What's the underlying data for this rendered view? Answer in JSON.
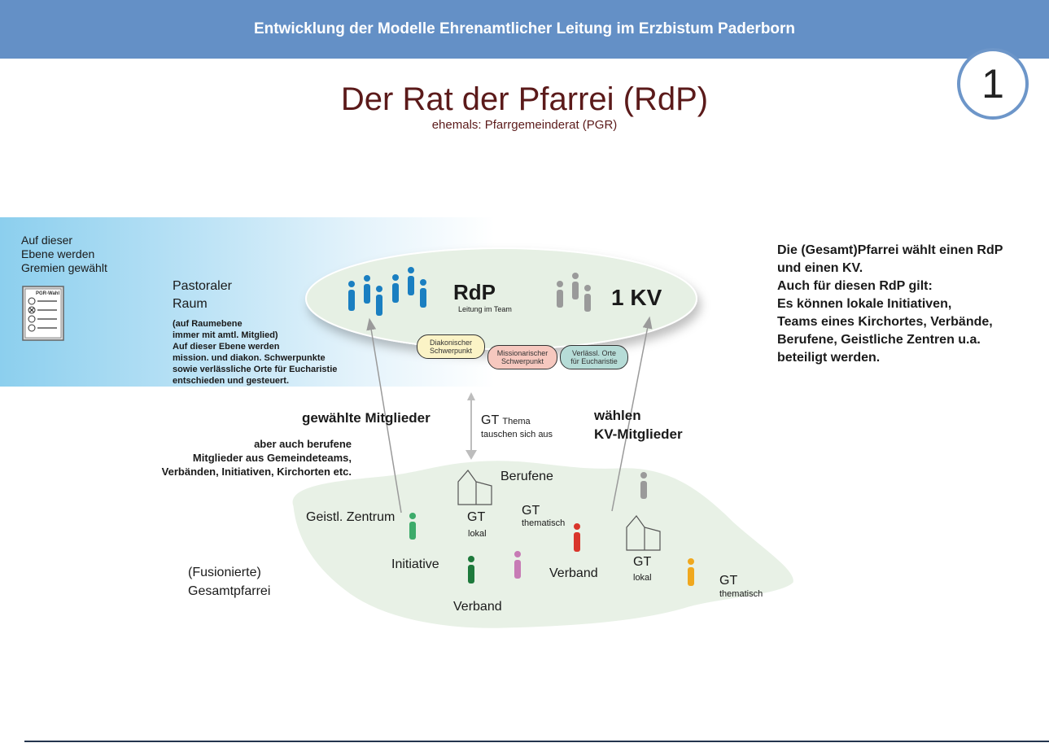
{
  "header": {
    "title": "Entwicklung der Modelle Ehrenamtlicher Leitung im Erzbistum Paderborn"
  },
  "page_number": "1",
  "title": "Der Rat der Pfarrei (RdP)",
  "subtitle": "ehemals: Pfarrgemeinderat (PGR)",
  "level_note": [
    "Auf dieser",
    "Ebene werden",
    "Gremien gewählt"
  ],
  "ballot_label": "PGR-Wahl",
  "pastoral_space": {
    "label": [
      "Pastoraler",
      "Raum"
    ],
    "note": [
      "(auf Raumebene",
      "immer mit amtl. Mitglied)",
      "Auf dieser Ebene werden",
      "mission. und diakon. Schwerpunkte",
      "sowie verlässliche Orte für Eucharistie",
      "entschieden und gesteuert."
    ]
  },
  "council": {
    "rdp_label": "RdP",
    "rdp_sub": "Leitung im Team",
    "kv_label": "1 KV",
    "bubbles": [
      [
        "Diakonischer",
        "Schwerpunkt"
      ],
      [
        "Missionarischer",
        "Schwerpunkt"
      ],
      [
        "Verlässl. Orte",
        "für Eucharistie"
      ]
    ]
  },
  "arrows": {
    "members_label": "gewählte Mitglieder",
    "members_note": [
      "aber auch berufene",
      "Mitglieder aus Gemeindeteams,",
      "Verbänden, Initiativen, Kirchorten etc."
    ],
    "gt_label": "GT",
    "gt_theme": "Thema",
    "gt_exchange": "tauschen sich aus",
    "kv_elect": [
      "wählen",
      "KV-Mitglieder"
    ]
  },
  "parish": {
    "labels": {
      "berufene": "Berufene",
      "geistl_zentrum": "Geistl. Zentrum",
      "gt1": "GT",
      "gt1_sub": "lokal",
      "gt2": "GT",
      "gt2_sub": "thematisch",
      "initiative": "Initiative",
      "verband1": "Verband",
      "verband2": "Verband",
      "gt3": "GT",
      "gt3_sub": "lokal",
      "gt4": "GT",
      "gt4_sub": "thematisch"
    },
    "note": [
      "(Fusionierte)",
      "Gesamtpfarrei"
    ]
  },
  "right_text": [
    "Die (Gesamt)Pfarrei wählt einen RdP",
    "und einen KV.",
    "Auch für diesen RdP gilt:",
    "Es können lokale Initiativen,",
    "Teams eines Kirchortes, Verbände,",
    "Berufene, Geistliche Zentren u.a.",
    "beteiligt werden."
  ],
  "colors": {
    "header": "#6490c6",
    "title": "#5b1a1a",
    "person_blue": "#1a7fc1",
    "person_gray": "#9a9a9a",
    "person_green": "#3dab6a",
    "person_darkgreen": "#1e7a3c",
    "person_red": "#d9352b",
    "person_pink": "#c77bb5",
    "person_orange": "#f0a81e"
  }
}
